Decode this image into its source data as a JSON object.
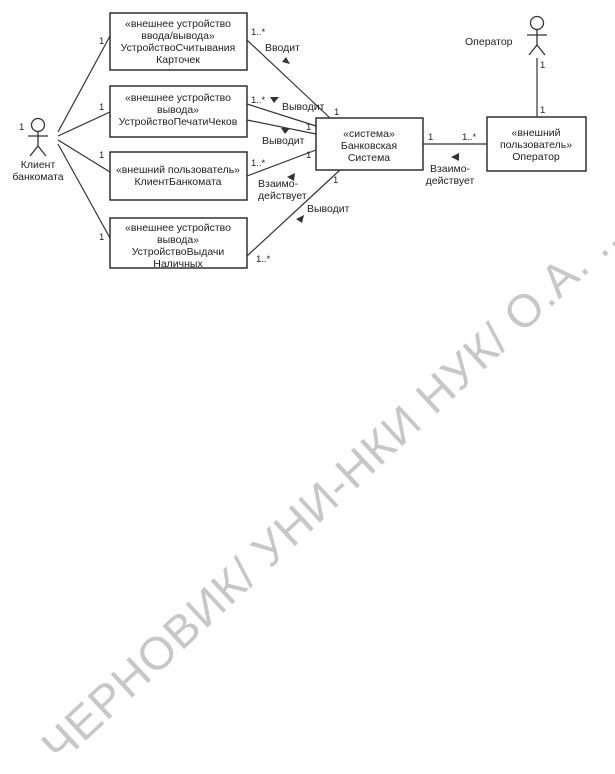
{
  "actors": {
    "client": {
      "label_1": "Клиент",
      "label_2": "банкомата",
      "multiplicity": "1"
    },
    "operator": {
      "label": "Оператор",
      "multiplicity": "1"
    }
  },
  "boxes": {
    "card_reader": {
      "line1": "«внешнее устройство",
      "line2": "ввода/вывода»",
      "line3": "УстройствоСчитывания",
      "line4": "Карточек"
    },
    "printer": {
      "line1": "«внешнее устройство",
      "line2": "вывода»",
      "line3": "УстройствоПечатиЧеков"
    },
    "atm_client": {
      "line1": "«внешний пользователь»",
      "line2": "КлиентБанкомата"
    },
    "dispenser": {
      "line1": "«внешнее устройство",
      "line2": "вывода»",
      "line3": "УстройствоВыдачи",
      "line4": "Наличных"
    },
    "bank_system": {
      "line1": "«система»",
      "line2": "Банковская",
      "line3": "Система"
    },
    "operator_box": {
      "line1": "«внешний",
      "line2": "пользователь»",
      "line3": "Оператор"
    }
  },
  "associations": {
    "reader_label": "Вводит",
    "printer_label": "Выводит",
    "printer_label_2": "Выводит",
    "client_label_1": "Взаимо-",
    "client_label_2": "действует",
    "dispenser_label": "Выводит",
    "operator_label_1": "Взаимо-",
    "operator_label_2": "действует"
  },
  "multiplicities": {
    "one": "1",
    "many": "1..*"
  },
  "watermark": "ЧЕРНОВИК/ УНИ-НКИ НУК/ О.А. ..."
}
